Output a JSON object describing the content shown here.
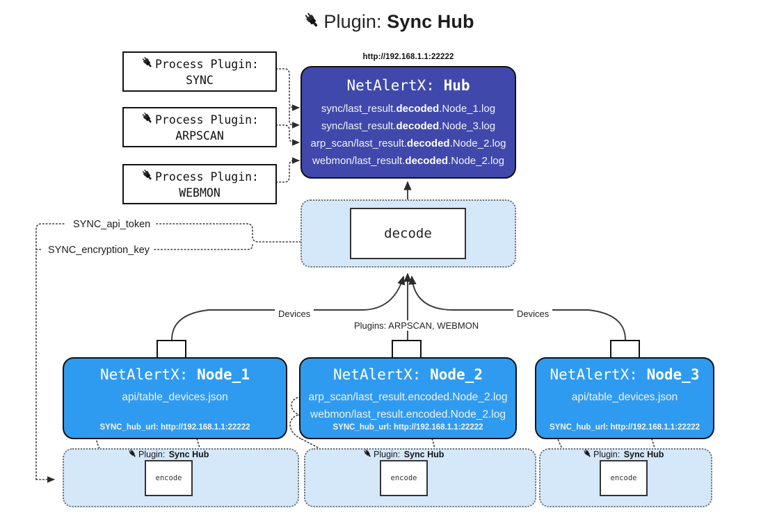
{
  "title": {
    "icon": "plug-icon",
    "prefix": "Plugin:",
    "name": "Sync Hub"
  },
  "process_plugins": [
    {
      "icon": "plug-icon",
      "label": "Process Plugin:",
      "name": "SYNC"
    },
    {
      "icon": "plug-icon",
      "label": "Process Plugin:",
      "name": "ARPSCAN"
    },
    {
      "icon": "plug-icon",
      "label": "Process Plugin:",
      "name": "WEBMON"
    }
  ],
  "hub": {
    "url": "http://192.168.1.1:22222",
    "title_prefix": "NetAlertX:",
    "title_name": "Hub",
    "lines": [
      {
        "pre": "sync/last_result.",
        "bold": "decoded",
        "post": ".Node_1.log"
      },
      {
        "pre": "sync/last_result.",
        "bold": "decoded",
        "post": ".Node_3.log"
      },
      {
        "pre": "arp_scan/last_result.",
        "bold": "decoded",
        "post": ".Node_2.log"
      },
      {
        "pre": "webmon/last_result.",
        "bold": "decoded",
        "post": ".Node_2.log"
      }
    ]
  },
  "decode": {
    "label": "decode"
  },
  "config_keys": {
    "api_token": "SYNC_api_token",
    "encryption_key": "SYNC_encryption_key"
  },
  "edge_labels": {
    "devices_left": "Devices",
    "devices_right": "Devices",
    "plugins_center": "Plugins: ARPSCAN, WEBMON"
  },
  "nodes": [
    {
      "title_prefix": "NetAlertX:",
      "title_name": "Node_1",
      "lines": [
        "api/table_devices.json"
      ],
      "hub_url_label": "SYNC_hub_url: http://192.168.1.1:22222",
      "icon": "envelope-icon"
    },
    {
      "title_prefix": "NetAlertX:",
      "title_name": "Node_2",
      "lines": [
        "arp_scan/last_result.encoded.Node_2.log",
        "webmon/last_result.encoded.Node_2.log"
      ],
      "hub_url_label": "SYNC_hub_url: http://192.168.1.1:22222",
      "icon": "envelope-icon"
    },
    {
      "title_prefix": "NetAlertX:",
      "title_name": "Node_3",
      "lines": [
        "api/table_devices.json"
      ],
      "hub_url_label": "SYNC_hub_url: http://192.168.1.1:22222",
      "icon": "envelope-icon"
    }
  ],
  "encode_groups": [
    {
      "plugin_prefix": "Plugin:",
      "plugin_name": "Sync Hub",
      "box_label": "encode",
      "icon": "plug-icon"
    },
    {
      "plugin_prefix": "Plugin:",
      "plugin_name": "Sync Hub",
      "box_label": "encode",
      "icon": "plug-icon"
    },
    {
      "plugin_prefix": "Plugin:",
      "plugin_name": "Sync Hub",
      "box_label": "encode",
      "icon": "plug-icon"
    }
  ],
  "colors": {
    "hub_fill": "#4049ab",
    "node_fill": "#2f9bf0",
    "group_fill": "#d4e8fa",
    "stroke": "#111111",
    "background": "#ffffff"
  }
}
